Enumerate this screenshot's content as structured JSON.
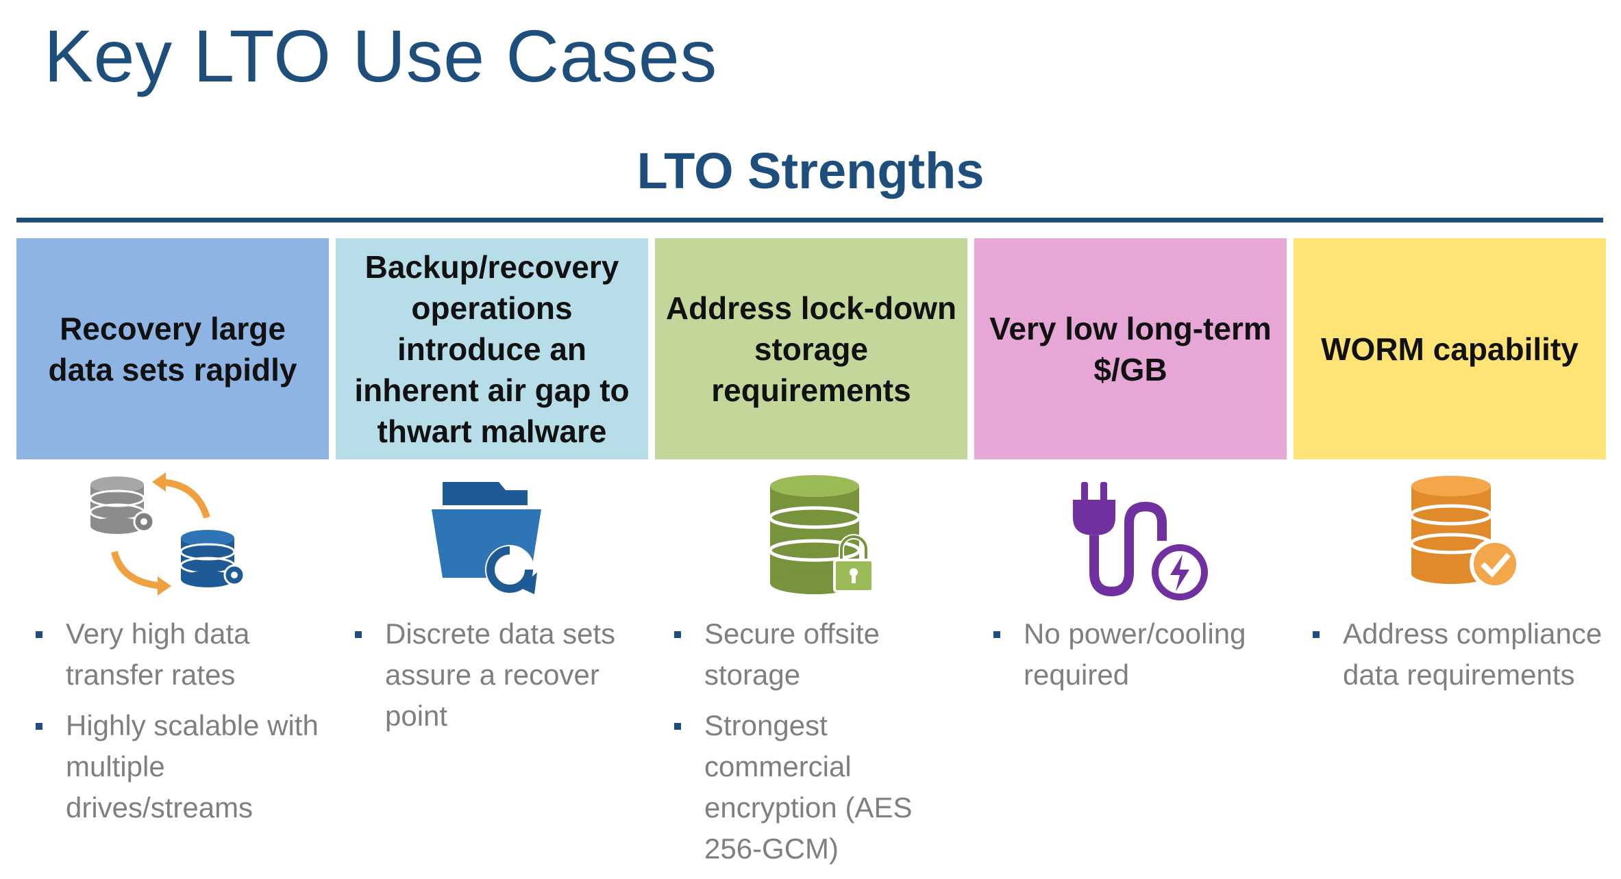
{
  "title": "Key LTO Use Cases",
  "section_title": "LTO Strengths",
  "colors": {
    "title": "#1e4e7c",
    "rule": "#1e4e7c",
    "box_blue": "#8db4e2",
    "box_cyan": "#b7dee8",
    "box_green": "#c4d79b",
    "box_pink": "#e6a7d6",
    "box_yellow": "#ffe375",
    "bullet_text": "#7f7f7f"
  },
  "columns": [
    {
      "heading": "Recovery large data sets rapidly",
      "icon": "database-sync-icon",
      "bullets": [
        "Very high data transfer rates",
        "Highly scalable with multiple drives/streams"
      ]
    },
    {
      "heading": "Backup/recovery operations introduce an inherent air gap to thwart malware",
      "icon": "folder-restore-icon",
      "bullets": [
        "Discrete data sets assure a recover point"
      ]
    },
    {
      "heading": "Address lock-down storage requirements",
      "icon": "database-lock-icon",
      "bullets": [
        "Secure offsite storage",
        "Strongest commercial encryption (AES 256-GCM)"
      ]
    },
    {
      "heading": "Very low long-term $/GB",
      "icon": "power-plug-icon",
      "bullets": [
        "No power/cooling required"
      ]
    },
    {
      "heading": "WORM capability",
      "icon": "database-check-icon",
      "bullets": [
        "Address compliance data requirements"
      ]
    }
  ]
}
